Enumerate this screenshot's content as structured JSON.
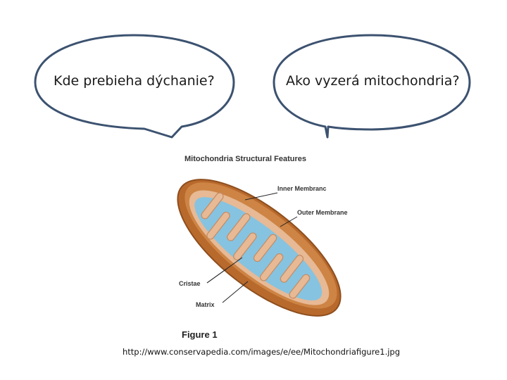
{
  "bubbles": {
    "left": {
      "text": "Kde prebieha dýchanie?"
    },
    "right": {
      "text": "Ako vyzerá mitochondria?"
    }
  },
  "figure": {
    "title": "Mitochondria Structural Features",
    "caption": "Figure 1",
    "labels": {
      "inner_membrane": "Inner Membranc",
      "outer_membrane": "Outer Membrane",
      "cristae": "Cristae",
      "matrix": "Matrix"
    }
  },
  "source_url": "http://www.conservapedia.com/images/e/ee/Mitochondriafigure1.jpg",
  "colors": {
    "bubble_stroke": "#3c5270",
    "outer_membrane": "#b8692c",
    "matrix": "#86c3e0",
    "cristae": "#e7b995"
  }
}
